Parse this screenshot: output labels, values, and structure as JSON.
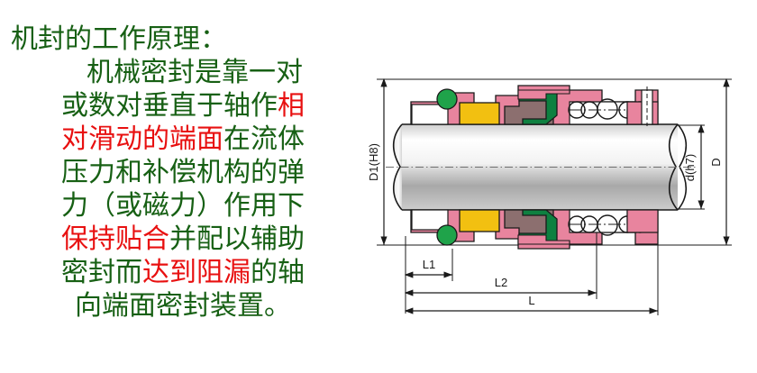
{
  "slide": {
    "title": "机封的工作原理：",
    "body_lines": [
      {
        "indent": true,
        "segments": [
          {
            "text": "机械密封是靠一对",
            "highlight": false
          }
        ]
      },
      {
        "indent": false,
        "segments": [
          {
            "text": "或数对垂直于轴作",
            "highlight": false
          },
          {
            "text": "相",
            "highlight": true
          }
        ]
      },
      {
        "indent": false,
        "segments": [
          {
            "text": "对滑动的端面",
            "highlight": true
          },
          {
            "text": "在流体",
            "highlight": false
          }
        ]
      },
      {
        "indent": false,
        "segments": [
          {
            "text": "压力和补偿机构的弹",
            "highlight": false
          }
        ]
      },
      {
        "indent": false,
        "segments": [
          {
            "text": "力（或磁力）作用下",
            "highlight": false
          }
        ]
      },
      {
        "indent": false,
        "segments": [
          {
            "text": "保持贴合",
            "highlight": true
          },
          {
            "text": "并配以辅助",
            "highlight": false
          }
        ]
      },
      {
        "indent": false,
        "segments": [
          {
            "text": "密封而",
            "highlight": false
          },
          {
            "text": "达到阻漏",
            "highlight": true
          },
          {
            "text": "的轴",
            "highlight": false
          }
        ]
      },
      {
        "indent": false,
        "segments": [
          {
            "text": "向端面密封装置。",
            "highlight": false
          }
        ]
      }
    ],
    "colors": {
      "body_green": "#176014",
      "highlight_red": "#e81010",
      "background": "#ffffff"
    }
  },
  "drawing": {
    "caption_labels": {
      "outer_diameter": "D1(H8)",
      "shaft_diameter": "d(h7)",
      "housing_diameter": "D",
      "length_l1": "L1",
      "length_l2": "L2",
      "length_l": "L"
    },
    "part_colors": {
      "seal_body_pink": "#e8849e",
      "o_ring_green": "#1fa34a",
      "spring_seat_yellow": "#f2c011",
      "seal_face_brown": "#8c6f6f",
      "bellows_dark_green": "#0e8040",
      "shaft_light": "#fdfdfd",
      "shaft_dark": "#9a9a9a",
      "outline": "#1a1a1a"
    },
    "components": [
      "o-ring",
      "seal-housing",
      "spring-seat",
      "seal-face-ring",
      "rubber-bellows",
      "coil-spring",
      "set-screw",
      "rotating-shaft"
    ]
  }
}
